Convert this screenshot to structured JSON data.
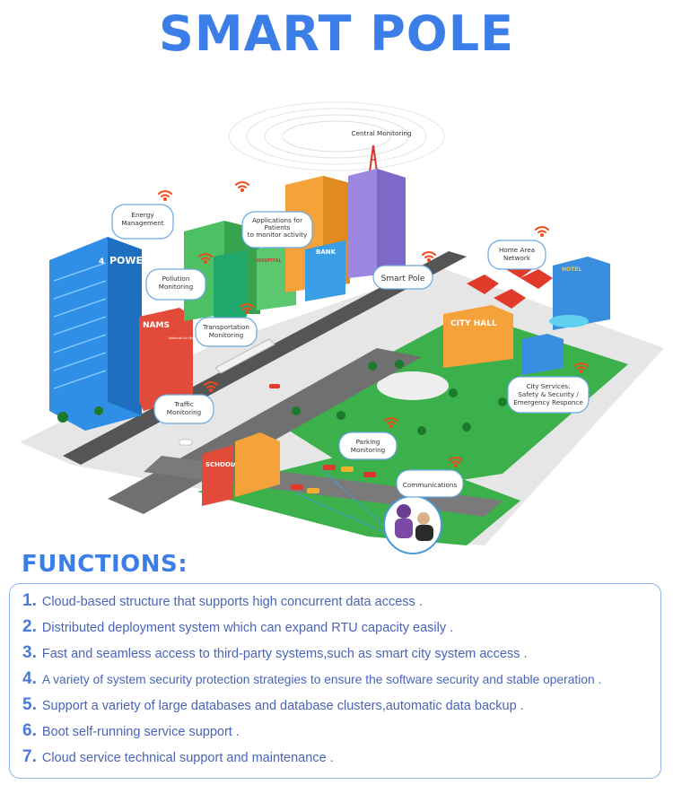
{
  "title": "SMART POLE",
  "city": {
    "central": "Central Monitoring",
    "callouts": [
      {
        "id": "energy",
        "lines": [
          "Energy",
          "Management"
        ]
      },
      {
        "id": "apps",
        "lines": [
          "Applications for",
          "Patients",
          "to monitor activity"
        ]
      },
      {
        "id": "pollution",
        "lines": [
          "Pollution",
          "Monitoring"
        ]
      },
      {
        "id": "transport",
        "lines": [
          "Transportation",
          "Monitoring"
        ]
      },
      {
        "id": "smartpole",
        "lines": [
          "Smart Pole"
        ]
      },
      {
        "id": "home",
        "lines": [
          "Home Area",
          "Network"
        ]
      },
      {
        "id": "city",
        "lines": [
          "City Services:",
          "Safety & Security /",
          "Emergency Responce"
        ]
      },
      {
        "id": "traffic",
        "lines": [
          "Traffic",
          "Monitoring"
        ]
      },
      {
        "id": "parking",
        "lines": [
          "Parking",
          "Monitoring"
        ]
      },
      {
        "id": "comms",
        "lines": [
          "Communications"
        ]
      }
    ],
    "signs": {
      "power": "POWER",
      "power_mark": "4",
      "hospital": "HOSPITAL",
      "bank": "BANK",
      "nams": "NAMS",
      "nams_sub": "National Air Monitoring System",
      "cityhall": "CITY HALL",
      "school": "SCHOOL",
      "hotel": "HOTEL"
    }
  },
  "functions": {
    "heading": "FUNCTIONS:",
    "items": [
      {
        "num": "1.",
        "text": "Cloud-based structure that supports high concurrent data access ."
      },
      {
        "num": "2.",
        "text": "Distributed deployment system which can expand RTU capacity easily ."
      },
      {
        "num": "3.",
        "text": "Fast and seamless access to third-party systems,such as smart city system access ."
      },
      {
        "num": "4.",
        "text": "A variety of system security protection strategies to ensure the software security and stable operation ."
      },
      {
        "num": "5.",
        "text": "Support a variety of large databases and database clusters,automatic data backup ."
      },
      {
        "num": "6.",
        "text": "Boot self-running service support ."
      },
      {
        "num": "7.",
        "text": "Cloud service technical support and maintenance ."
      }
    ]
  },
  "colors": {
    "accent": "#3c7ee8",
    "text": "#4a64b8",
    "grass": "#38b44a",
    "road": "#6e6e6e"
  }
}
